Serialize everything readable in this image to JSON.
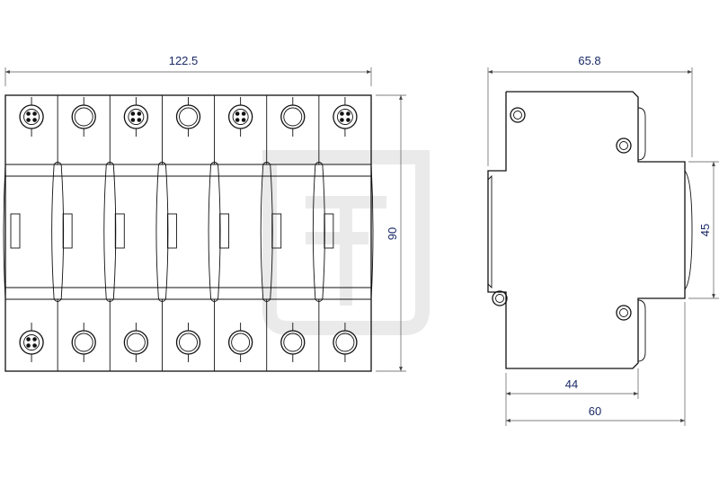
{
  "front_view": {
    "width_label": "122.5",
    "height_label": "90",
    "poles": 7,
    "top_terminals": [
      "screw",
      "ring",
      "screw",
      "ring",
      "screw",
      "ring",
      "screw"
    ],
    "bottom_terminals": [
      "screw",
      "ring",
      "ring",
      "ring",
      "ring",
      "ring",
      "ring"
    ]
  },
  "side_view": {
    "depth_label": "65.8",
    "rail_height_label": "45",
    "inner_width_label": "44",
    "overall_width_label": "60"
  },
  "watermark": {
    "name": "watermark-logo",
    "color": "#e6e6e6"
  },
  "colors": {
    "dimension_text": "#1a2a66",
    "line": "#111111"
  }
}
